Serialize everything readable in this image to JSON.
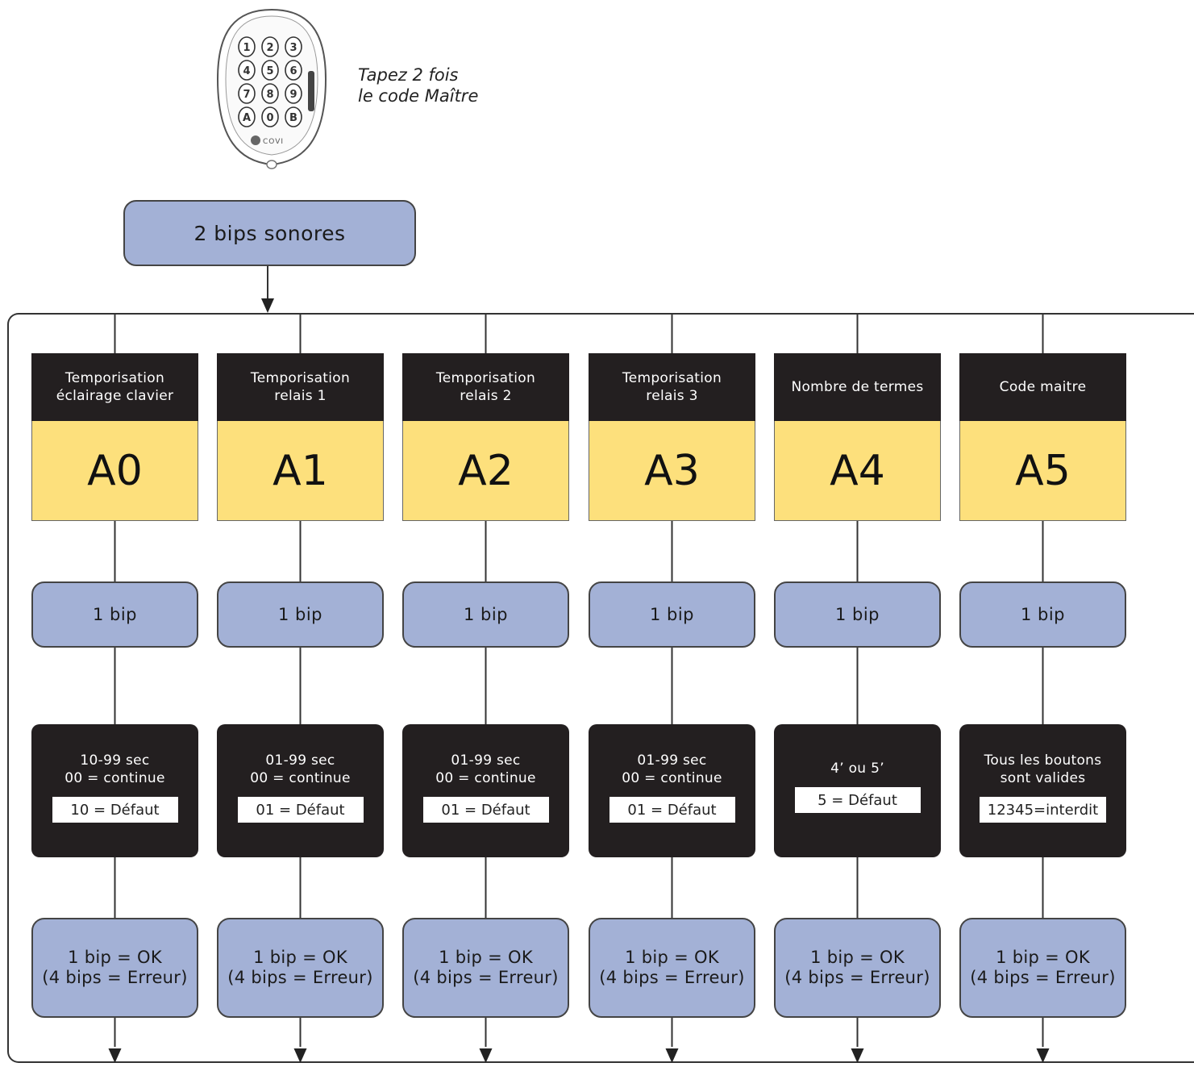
{
  "instruction": {
    "line1": "Tapez 2 fois",
    "line2": "le code Maître"
  },
  "keypad": {
    "keys": [
      "1",
      "2",
      "3",
      "4",
      "5",
      "6",
      "7",
      "8",
      "9",
      "A",
      "0",
      "B"
    ],
    "brand": "COVI"
  },
  "start": {
    "label": "2 bips sonores"
  },
  "columns": [
    {
      "title": [
        "Temporisation",
        "éclairage clavier"
      ],
      "code": "A0",
      "bip": "1 bip",
      "param": [
        "10-99 sec",
        "00 = continue"
      ],
      "default": "10 = Défaut",
      "result": [
        "1 bip = OK",
        "(4 bips = Erreur)"
      ]
    },
    {
      "title": [
        "Temporisation",
        "relais 1"
      ],
      "code": "A1",
      "bip": "1 bip",
      "param": [
        "01-99 sec",
        "00 = continue"
      ],
      "default": "01 = Défaut",
      "result": [
        "1 bip = OK",
        "(4 bips = Erreur)"
      ]
    },
    {
      "title": [
        "Temporisation",
        "relais 2"
      ],
      "code": "A2",
      "bip": "1 bip",
      "param": [
        "01-99 sec",
        "00 = continue"
      ],
      "default": "01 = Défaut",
      "result": [
        "1 bip = OK",
        "(4 bips = Erreur)"
      ]
    },
    {
      "title": [
        "Temporisation",
        "relais 3"
      ],
      "code": "A3",
      "bip": "1 bip",
      "param": [
        "01-99 sec",
        "00 = continue"
      ],
      "default": "01 = Défaut",
      "result": [
        "1 bip = OK",
        "(4 bips = Erreur)"
      ]
    },
    {
      "title": [
        "Nombre de termes"
      ],
      "code": "A4",
      "bip": "1 bip",
      "param": [
        "4’ ou 5’"
      ],
      "default": "5 = Défaut",
      "result": [
        "1 bip = OK",
        "(4 bips = Erreur)"
      ]
    },
    {
      "title": [
        "Code maitre"
      ],
      "code": "A5",
      "bip": "1 bip",
      "param": [
        "Tous les boutons",
        "sont valides"
      ],
      "default": "12345=interdit",
      "result": [
        "1 bip = OK",
        "(4 bips = Erreur)"
      ]
    }
  ],
  "colors": {
    "blue": "#a3b1d6",
    "yellow": "#fde07c",
    "black": "#231f20"
  }
}
